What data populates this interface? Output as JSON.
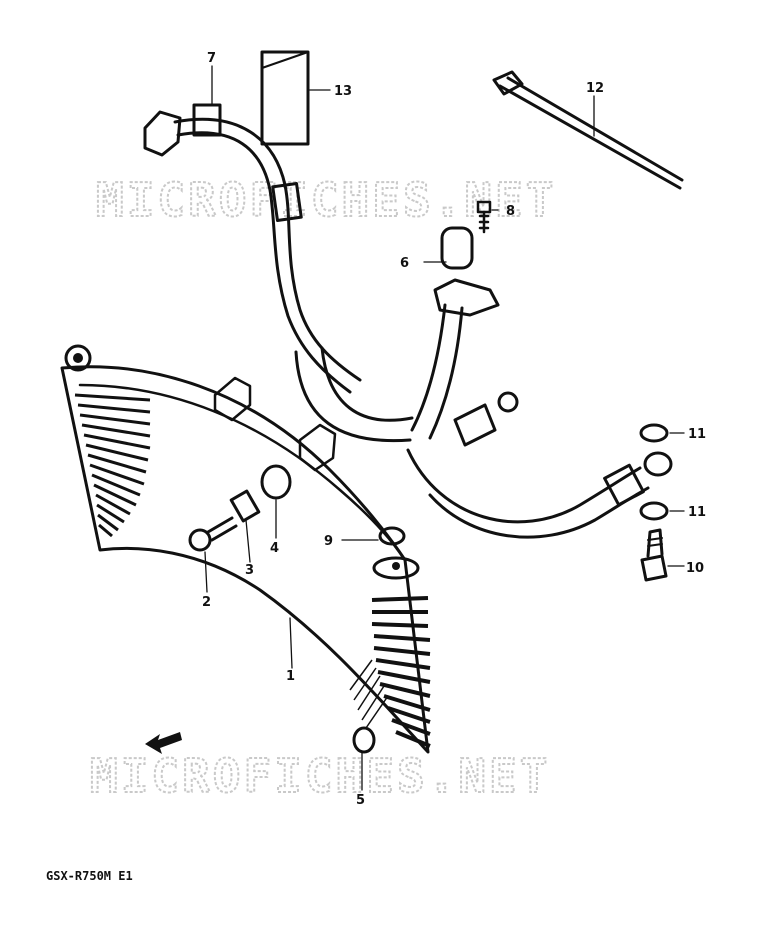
{
  "watermark": {
    "top": "MICROFICHES.NET",
    "bottom": "MICROFICHES.NET"
  },
  "model_code": "GSX-R750M E1",
  "callouts": [
    {
      "id": "c1",
      "number": "1"
    },
    {
      "id": "c2",
      "number": "2"
    },
    {
      "id": "c3",
      "number": "3"
    },
    {
      "id": "c4",
      "number": "4"
    },
    {
      "id": "c5",
      "number": "5"
    },
    {
      "id": "c6",
      "number": "6"
    },
    {
      "id": "c7",
      "number": "7"
    },
    {
      "id": "c8",
      "number": "8"
    },
    {
      "id": "c9",
      "number": "9"
    },
    {
      "id": "c10",
      "number": "10"
    },
    {
      "id": "c11a",
      "number": "11"
    },
    {
      "id": "c11b",
      "number": "11"
    },
    {
      "id": "c12",
      "number": "12"
    },
    {
      "id": "c13",
      "number": "13"
    }
  ],
  "colors": {
    "ink": "#111111",
    "paper": "#ffffff",
    "watermark": "#c9c9c9"
  }
}
